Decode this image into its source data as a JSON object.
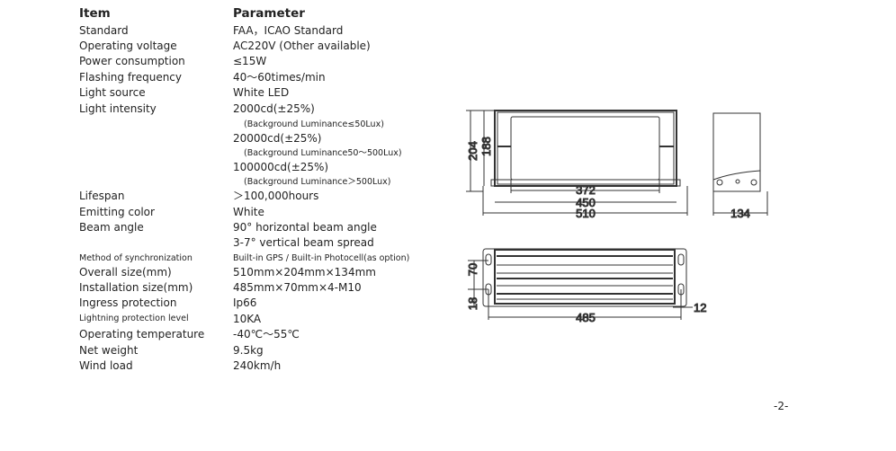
{
  "header": {
    "item": "Item",
    "parameter": "Parameter"
  },
  "rows": [
    {
      "item": "Standard",
      "value": "FAA，ICAO Standard"
    },
    {
      "item": "Operating voltage",
      "value": "AC220V (Other available)"
    },
    {
      "item": "Power consumption",
      "value": "≤15W"
    },
    {
      "item": "Flashing frequency",
      "value": "40～60times/min"
    },
    {
      "item": "Light source",
      "value": "White LED"
    },
    {
      "item": "Light intensity",
      "value": "2000cd(±25%)"
    },
    {
      "sub": "(Background Luminance≤50Lux)"
    },
    {
      "value": "20000cd(±25%)"
    },
    {
      "sub": "(Background Luminance50～500Lux)"
    },
    {
      "value": "100000cd(±25%)"
    },
    {
      "sub": "(Background Luminance＞500Lux)"
    },
    {
      "item": "Lifespan",
      "value": "＞100,000hours"
    },
    {
      "item": "Emitting color",
      "value": "White"
    },
    {
      "item": "Beam angle",
      "value": "90° horizontal beam angle"
    },
    {
      "value": "3-7° vertical beam spread"
    },
    {
      "item": "Method of synchronization",
      "value": "Built-in GPS / Built-in Photocell(as option)"
    },
    {
      "item": "Overall size(mm)",
      "value": "510mm×204mm×134mm"
    },
    {
      "item": "Installation size(mm)",
      "value": "485mm×70mm×4-M10"
    },
    {
      "item": "Ingress protection",
      "value": "Ip66"
    },
    {
      "item": "Lightning protection level",
      "value": "10KA"
    },
    {
      "item": "Operating temperature",
      "value": "-40℃～55℃"
    },
    {
      "item": "Net weight",
      "value": "9.5kg"
    },
    {
      "item": "Wind load",
      "value": "240km/h"
    }
  ],
  "drawing": {
    "d204": "204",
    "d188": "188",
    "d372": "372",
    "d450": "450",
    "d510": "510",
    "d134": "134",
    "d70": "70",
    "d18": "18",
    "d485": "485",
    "d12": "12"
  },
  "page_number": "-2-"
}
